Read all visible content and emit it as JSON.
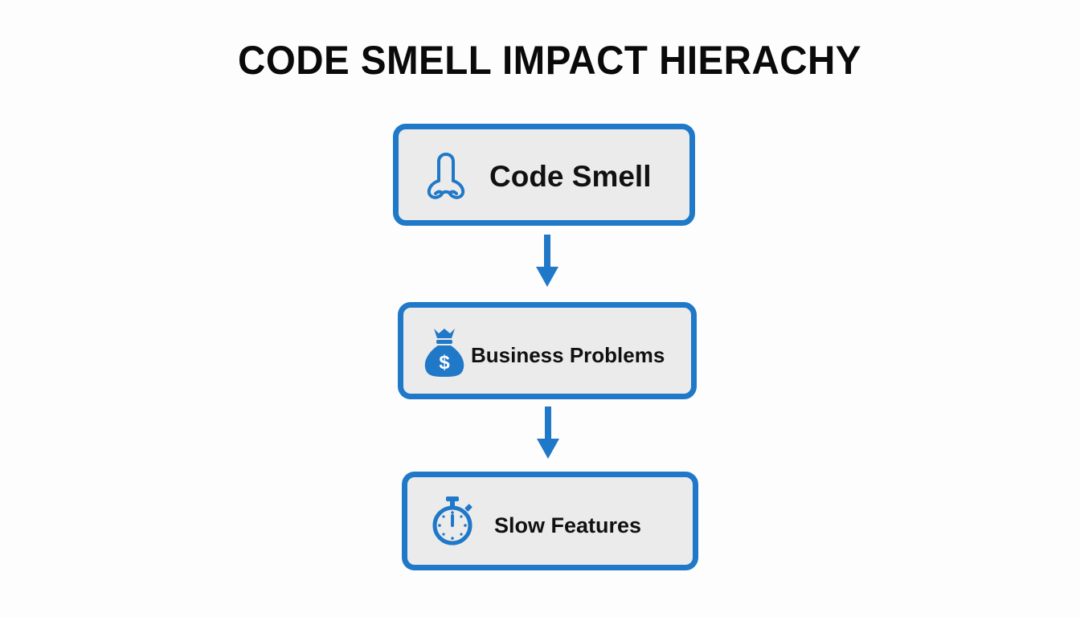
{
  "title": "CODE SMELL IMPACT HIERACHY",
  "colors": {
    "accent": "#1f78c8",
    "box_fill": "#ebebeb",
    "text": "#111111",
    "background": "#fdfdfd"
  },
  "nodes": [
    {
      "label": "Code Smell",
      "icon": "nose-icon"
    },
    {
      "label": "Business Problems",
      "icon": "money-bag-icon"
    },
    {
      "label": "Slow Features",
      "icon": "stopwatch-icon"
    }
  ],
  "edges": [
    {
      "from": "Code Smell",
      "to": "Business Problems"
    },
    {
      "from": "Business Problems",
      "to": "Slow Features"
    }
  ]
}
